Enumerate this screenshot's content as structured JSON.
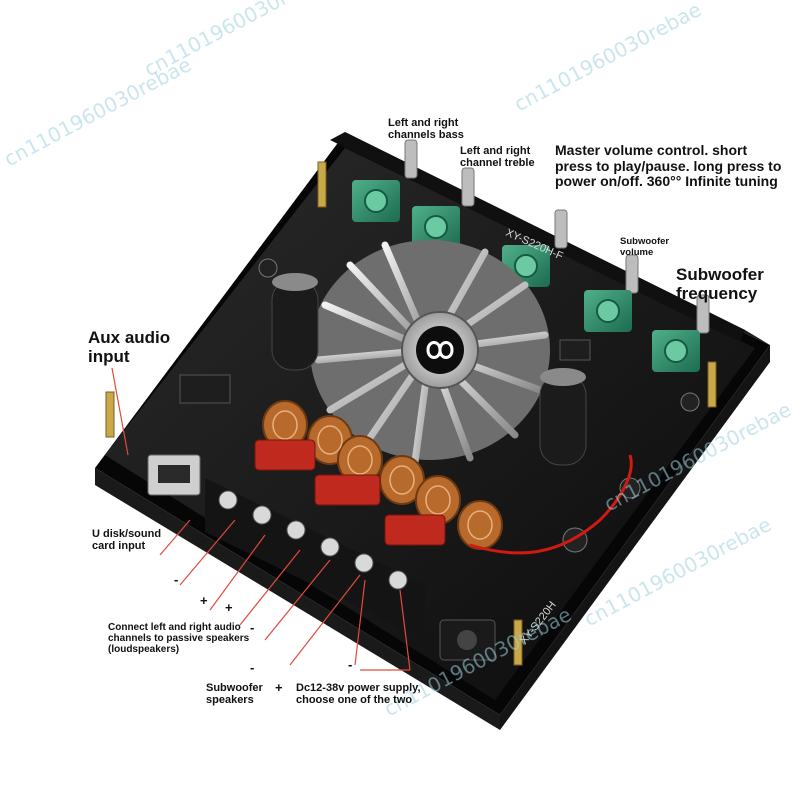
{
  "labels": {
    "bass": "Left and right channels bass",
    "treble": "Left and right channel treble",
    "master": "Master volume control. short press to play/pause. long press to power on/off. 360°° Infinite tuning",
    "sub_volume": "Subwoofer volume",
    "sub_frequency": "Subwoofer frequency",
    "aux": "Aux audio input",
    "usb": "U disk/sound card input",
    "passive": "Connect left and right audio channels to passive speakers (loudspeakers)",
    "sub_speakers": "Subwoofer speakers",
    "power": "Dc12-38v power supply, choose one of the two"
  },
  "board": {
    "model_top": "XY-S220H-F",
    "model_side": "XY-S220H"
  },
  "polarity": {
    "plus": "+",
    "minus": "-"
  },
  "watermark": "cn1101960030rebae"
}
